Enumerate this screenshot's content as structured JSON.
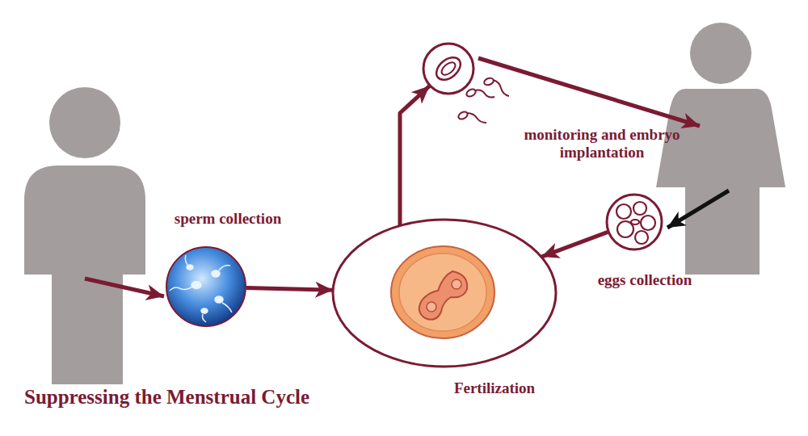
{
  "diagram": {
    "nodes": [
      {
        "text": [
          "sperm collection"
        ]
      },
      {
        "text": [
          "Fertilization"
        ]
      },
      {
        "text": [
          "monitoring and embryo implantation"
        ]
      },
      {
        "text": [
          "eggs collection"
        ]
      }
    ],
    "edges": [
      {
        "from": 0,
        "to": 1,
        "arrow": "to"
      },
      {
        "from": 3,
        "to": 1,
        "arrow": "to"
      },
      {
        "from": 1,
        "to": 2,
        "arrow": "to"
      }
    ],
    "labels": [
      "Suppressing the Menstrual Cycle"
    ]
  }
}
